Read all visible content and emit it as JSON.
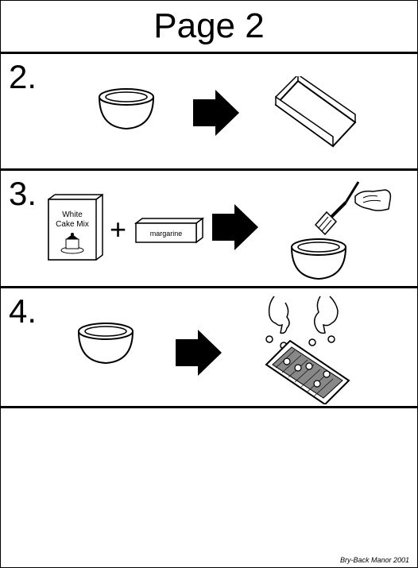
{
  "header": {
    "title": "Page 2"
  },
  "steps": [
    {
      "number": "2."
    },
    {
      "number": "3.",
      "cake_box_line1": "White",
      "cake_box_line2": "Cake Mix",
      "plus": "+",
      "margarine_label": "margarine"
    },
    {
      "number": "4."
    }
  ],
  "footer": {
    "credit": "Bry-Back Manor 2001"
  },
  "colors": {
    "ink": "#000000",
    "paper": "#ffffff"
  },
  "icons": [
    "mixing-bowl-icon",
    "right-arrow-icon",
    "baking-pan-icon",
    "cake-mix-box-icon",
    "margarine-stick-icon",
    "pastry-brush-hand-icon",
    "sprinkling-hands-icon"
  ]
}
